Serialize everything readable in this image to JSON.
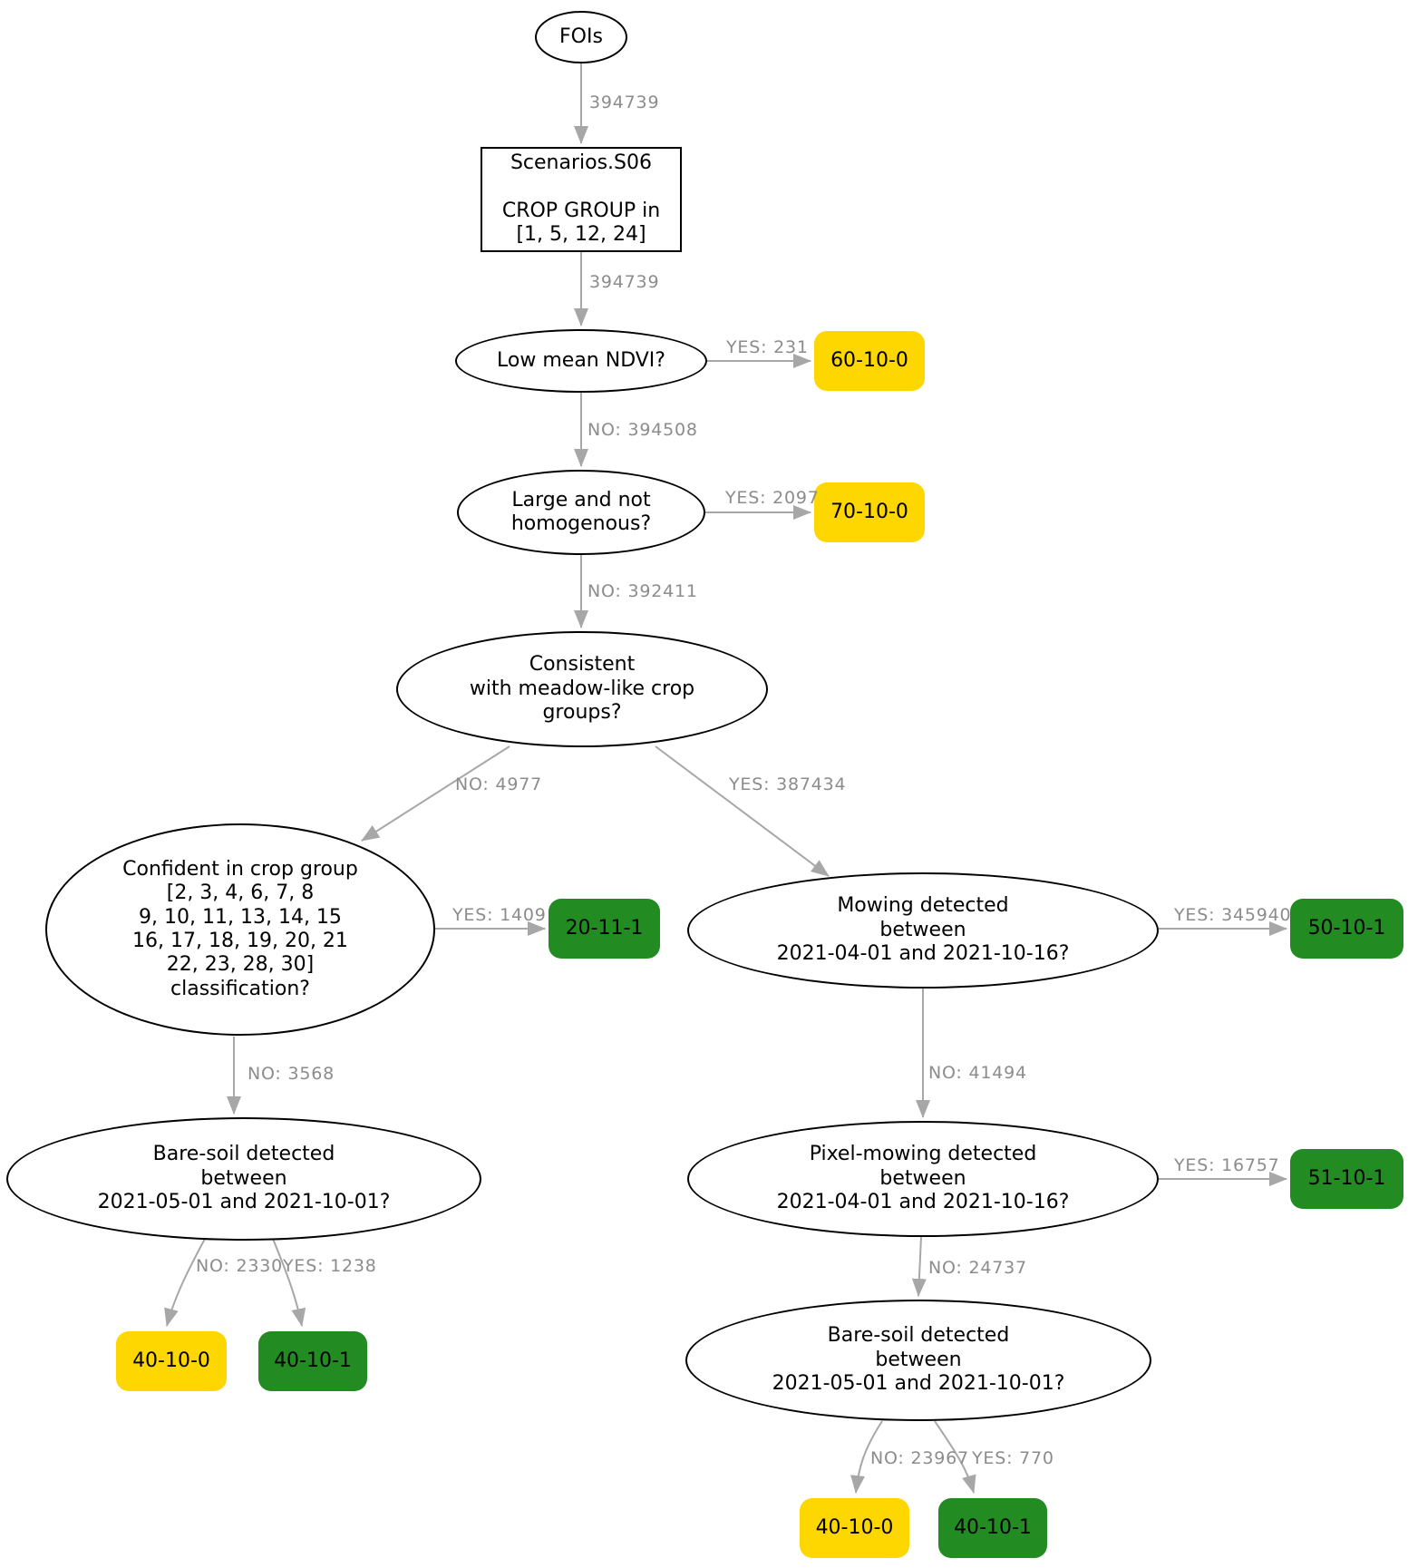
{
  "diagram_type": "decision-tree",
  "nodes": {
    "fois": {
      "label": "FOIs"
    },
    "scenario": {
      "label": "Scenarios.S06\n\nCROP GROUP in\n[1, 5, 12, 24]"
    },
    "low_ndvi": {
      "label": "Low mean NDVI?"
    },
    "large_not_homogenous": {
      "label": "Large and not\nhomogenous?"
    },
    "consistent_meadow": {
      "label": "Consistent\nwith meadow-like crop\ngroups?"
    },
    "confident_crop_group": {
      "label": "Confident in crop group\n[2, 3, 4, 6, 7, 8\n9, 10, 11, 13, 14, 15\n16, 17, 18, 19, 20, 21\n22, 23, 28, 30]\nclassification?"
    },
    "mowing_detected": {
      "label": "Mowing detected\nbetween\n2021-04-01 and 2021-10-16?"
    },
    "pixel_mowing_detected": {
      "label": "Pixel-mowing detected\nbetween\n2021-04-01 and 2021-10-16?"
    },
    "bare_soil_left": {
      "label": "Bare-soil detected\nbetween\n2021-05-01 and 2021-10-01?"
    },
    "bare_soil_right": {
      "label": "Bare-soil detected\nbetween\n2021-05-01 and 2021-10-01?"
    },
    "t_60_10_0": {
      "label": "60-10-0",
      "color": "#ffd700"
    },
    "t_70_10_0": {
      "label": "70-10-0",
      "color": "#ffd700"
    },
    "t_20_11_1": {
      "label": "20-11-1",
      "color": "#228b22"
    },
    "t_50_10_1": {
      "label": "50-10-1",
      "color": "#228b22"
    },
    "t_51_10_1": {
      "label": "51-10-1",
      "color": "#228b22"
    },
    "t_40_10_0_left": {
      "label": "40-10-0",
      "color": "#ffd700"
    },
    "t_40_10_1_left": {
      "label": "40-10-1",
      "color": "#228b22"
    },
    "t_40_10_0_right": {
      "label": "40-10-0",
      "color": "#ffd700"
    },
    "t_40_10_1_right": {
      "label": "40-10-1",
      "color": "#228b22"
    }
  },
  "edge_labels": {
    "fois_to_scenario": "394739",
    "scenario_to_low_ndvi": "394739",
    "low_ndvi_yes": "YES: 231",
    "low_ndvi_no": "NO: 394508",
    "large_yes": "YES: 2097",
    "large_no": "NO: 392411",
    "consistent_no": "NO: 4977",
    "consistent_yes": "YES: 387434",
    "confident_yes": "YES: 1409",
    "confident_no": "NO: 3568",
    "mowing_yes": "YES: 345940",
    "mowing_no": "NO: 41494",
    "pixel_mowing_yes": "YES: 16757",
    "pixel_mowing_no": "NO: 24737",
    "bare_soil_left_no": "NO: 2330",
    "bare_soil_left_yes": "YES: 1238",
    "bare_soil_right_no": "NO: 23967",
    "bare_soil_right_yes": "YES: 770"
  },
  "colors": {
    "terminal_yes_green": "#228b22",
    "terminal_flag_gold": "#ffd700",
    "edge_line_gray": "#a7a7a7",
    "edge_label_gray": "#8c8c8c",
    "node_border_black": "#000000"
  }
}
